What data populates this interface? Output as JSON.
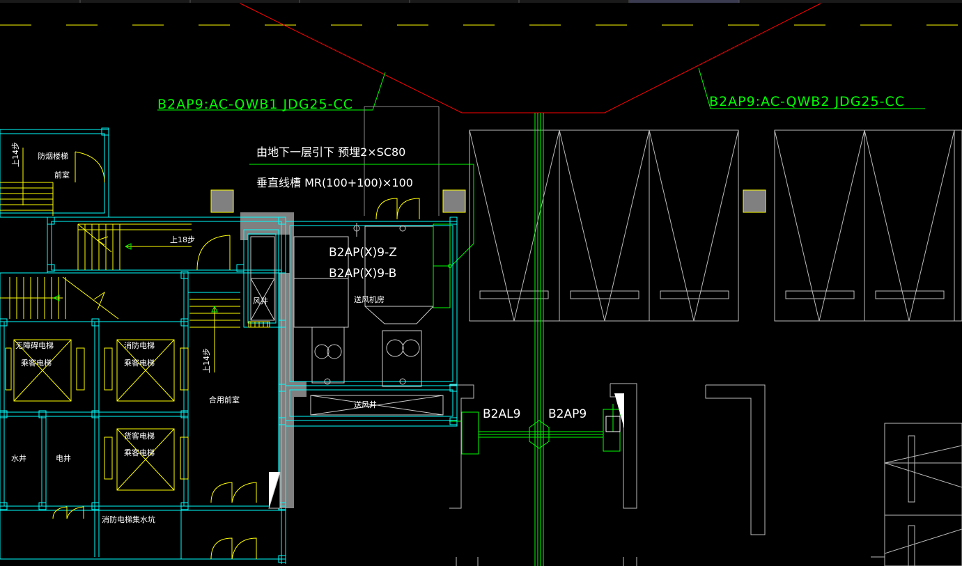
{
  "drawing": {
    "wire_labels": {
      "qwb1": "B2AP9:AC-QWB1 JDG25-CC",
      "qwb2": "B2AP9:AC-QWB2 JDG25-CC"
    },
    "notes": {
      "from_b1": "由地下一层引下 预埋2×SC80",
      "vertical_tray": "垂直线槽 MR(100+100)×100"
    },
    "panels": {
      "z": "B2AP(X)9-Z",
      "b": "B2AP(X)9-B",
      "al9": "B2AL9",
      "ap9": "B2AP9"
    },
    "rooms": {
      "smoke_stair_front": "防烟楼梯",
      "smoke_stair_front2": "前室",
      "up14_top": "上14步",
      "up18": "上18步",
      "up14_mid": "上14步",
      "wind_shaft": "风井",
      "supply_fan_room": "送风机房",
      "supply_shaft": "送风井",
      "shared_front_room": "合用前室",
      "elev1_a": "无障碍电梯",
      "elev1_b": "乘客电梯",
      "elev2_a": "消防电梯",
      "elev2_b": "乘客电梯",
      "elev3_a": "货客电梯",
      "elev3_b": "乘客电梯",
      "water_shaft": "水井",
      "elec_shaft": "电井",
      "fire_elev_pit": "消防电梯集水坑"
    },
    "colors": {
      "background": "#000000",
      "wall_cyan": "#00ffff",
      "stair_yellow": "#ffff00",
      "wire_green": "#00ff00",
      "red_line": "#ff0000",
      "white_line": "#ffffff",
      "gray_fill": "#808080",
      "yellow_dash": "#ffff00"
    }
  }
}
